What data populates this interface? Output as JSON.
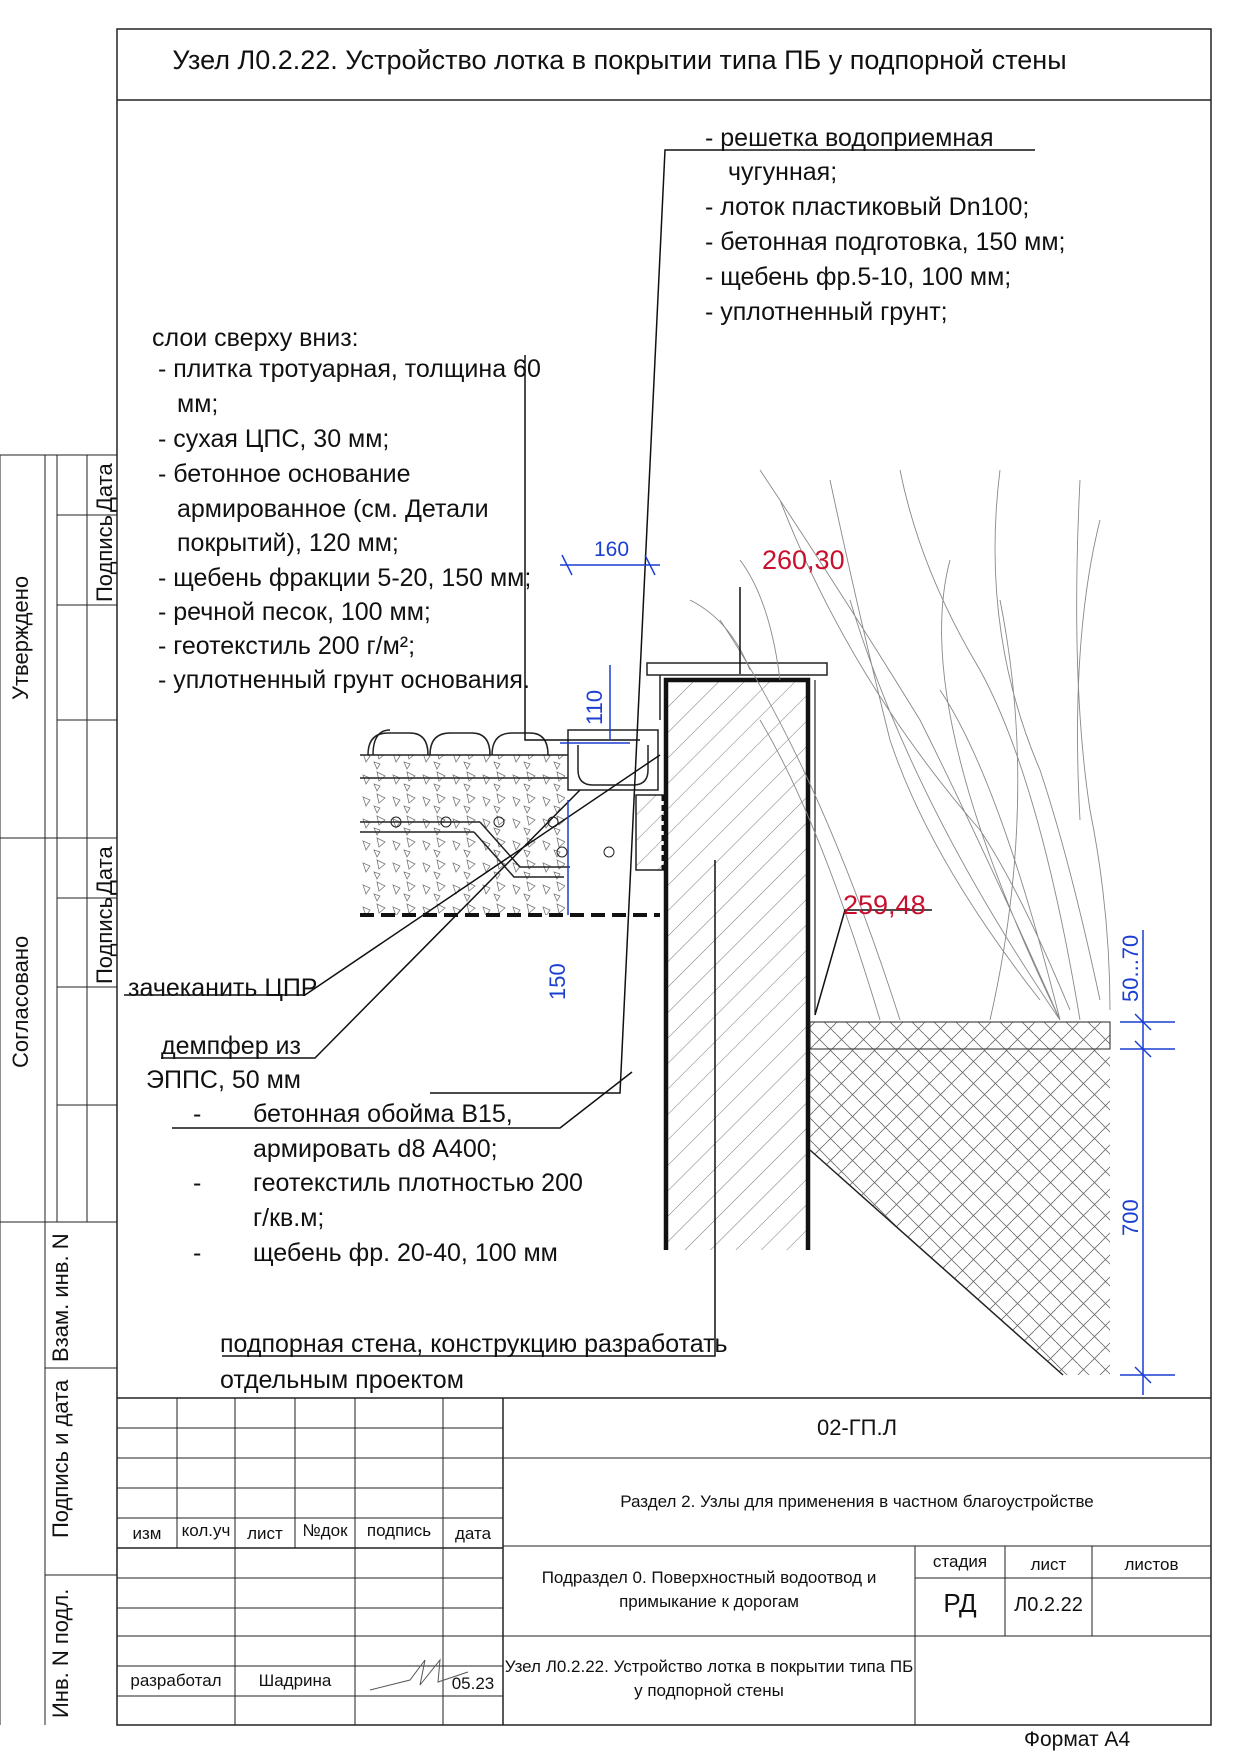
{
  "title": "Узел Л0.2.22. Устройство лотка в покрытии типа ПБ у подпорной стены",
  "callouts": {
    "lotok_layers": [
      "- решетка водоприемная",
      "чугунная;",
      "- лоток пластиковый Dn100;",
      "- бетонная подготовка, 150 мм;",
      "- щебень фр.5-10, 100 мм;",
      "- уплотненный грунт;"
    ],
    "pavement_header": "слои сверху вниз:",
    "pavement_layers": [
      "- плитка тротуарная, толщина 60",
      "мм;",
      "- сухая ЦПС, 30 мм;",
      "- бетонное основание",
      "армированное (см. Детали",
      "покрытий), 120 мм;",
      "- щебень фракции 5-20, 150 мм;",
      "- речной песок, 100 мм;",
      "- геотекстиль 200 г/м²;",
      "- уплотненный грунт основания."
    ],
    "caulk": "зачеканить ЦПР",
    "damper": [
      "демпфер из",
      "ЭППС, 50 мм"
    ],
    "shell_dash": [
      "-",
      "-",
      "-"
    ],
    "shell_layers": [
      "бетонная обойма В15,",
      "армировать d8 А400;",
      "геотекстиль плотностью 200",
      "г/кв.м;",
      "щебень фр. 20-40, 100 мм"
    ],
    "wall": [
      "подпорная стена, конструкцию разработать",
      "отдельным проектом"
    ]
  },
  "elevations": {
    "top": "260,30",
    "ground": "259,48"
  },
  "dimensions": {
    "d160": "160",
    "d110": "110",
    "d150": "150",
    "d50_70": "50...70",
    "d700": "700"
  },
  "side_labels": {
    "approved": "Утверждено",
    "agreed": "Согласовано",
    "sign1": "Подпись",
    "date1": "Дата",
    "sign2": "Подпись",
    "date2": "Дата",
    "inv_swap": "Взам. инв. N",
    "sign_date": "Подпись и дата",
    "inv_orig": "Инв. N подл."
  },
  "title_block": {
    "code": "02-ГП.Л",
    "section": "Раздел 2. Узлы для применения в частном благоустройстве",
    "subsection": [
      "Подраздел 0. Поверхностный водоотвод и",
      "примыкание к дорогам"
    ],
    "sheet_title": [
      "Узел Л0.2.22. Устройство лотка в покрытии типа ПБ",
      "у подпорной стены"
    ],
    "headers": {
      "izm": "изм",
      "kol": "кол.уч",
      "list": "лист",
      "ndoc": "№док",
      "podpis": "подпись",
      "data": "дата"
    },
    "stage_header": "стадия",
    "sheet_header": "лист",
    "sheets_header": "листов",
    "stage": "РД",
    "sheet": "Л0.2.22",
    "role": "разработал",
    "author": "Шадрина",
    "date": "05.23"
  },
  "format": "Формат А4"
}
